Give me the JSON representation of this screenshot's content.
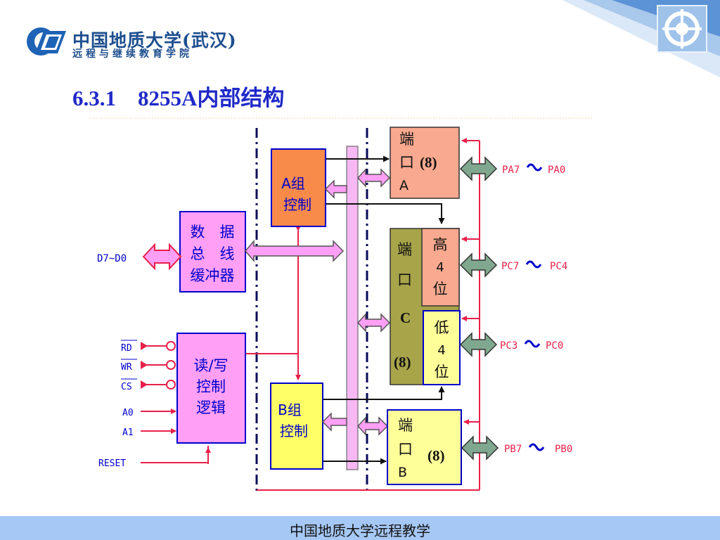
{
  "header": {
    "logo_line1": "中国地质大学(武汉)",
    "logo_line2": "远程与继续教育学院"
  },
  "title": "6.3.1　8255A内部结构",
  "footer": "中国地质大学远程教学",
  "diagram": {
    "data_bus_buffer": [
      "数　据",
      "总　线",
      "缓冲器"
    ],
    "rw_logic": [
      "读/写",
      "控制",
      "逻辑"
    ],
    "group_a": [
      "A组",
      "控制"
    ],
    "group_b": [
      "B组",
      "控制"
    ],
    "port_a": {
      "l1": "端",
      "l2": "口",
      "n": "(8)",
      "l3": "A"
    },
    "port_b": {
      "l1": "端",
      "l2": "口",
      "n": "(8)",
      "l3": "B"
    },
    "port_c": {
      "l1": "端",
      "l2": "口",
      "c": "C",
      "n": "(8)"
    },
    "port_c_high": [
      "高",
      "4",
      "位"
    ],
    "port_c_low": [
      "低",
      "4",
      "位"
    ],
    "signals": {
      "d": "D7~D0",
      "rd": "RD",
      "wr": "WR",
      "cs": "CS",
      "a0": "A0",
      "a1": "A1",
      "reset": "RESET"
    },
    "pins": {
      "pa": [
        "PA7",
        "PA0"
      ],
      "pc_high": [
        "PC7",
        "PC4"
      ],
      "pc_low": [
        "PC3",
        "PC0"
      ],
      "pb": [
        "PB7",
        "PB0"
      ]
    },
    "colors": {
      "bus": "#f7b8f3",
      "pink": "#ff9ff5",
      "orange": "#f88a4a",
      "salmon": "#f9a98f",
      "olive": "#a8a44a",
      "yellow": "#ffff99",
      "sage": "#7fa88e",
      "red": "#e8204a",
      "blue": "#0000cc"
    }
  }
}
